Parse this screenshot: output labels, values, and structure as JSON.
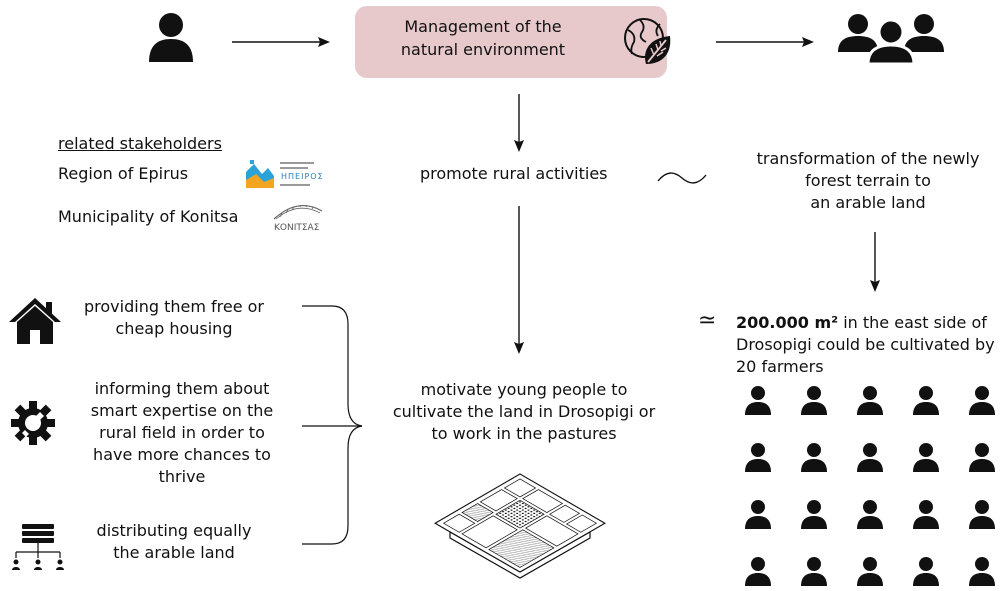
{
  "top": {
    "box_label_line1": "Management of the",
    "box_label_line2": "natural environment"
  },
  "stakeholders": {
    "title": "related stakeholders",
    "items": [
      "Region of Epirus",
      "Municipality of Konitsa"
    ],
    "logo1_text": "ΗΠΕΙΡΟΣ",
    "logo2_text": "ΚΟΝΙΤΣΑΣ"
  },
  "center": {
    "step1": "promote rural activities",
    "step2_lines": [
      "motivate young people to",
      "cultivate the land in Drosopigi or",
      "to work in the pastures"
    ]
  },
  "right": {
    "transformation_lines": [
      "transformation of the newly",
      "forest terrain to",
      "an arable land"
    ],
    "area_value": "200.000 m²",
    "area_line1_rest": " in the east side of",
    "area_line2": "Drosopigi could be cultivated by",
    "area_line3": "20 farmers",
    "farmer_count": 20,
    "approx_symbol": "≃"
  },
  "left_measures": [
    {
      "icon": "house-icon",
      "lines": [
        "providing them free or",
        "cheap housing"
      ]
    },
    {
      "icon": "gear-wrench-icon",
      "lines": [
        "informing them about",
        "smart expertise on the",
        "rural field in order to",
        "have more chances to",
        "thrive"
      ]
    },
    {
      "icon": "land-distribution-icon",
      "lines": [
        "distributing equally",
        "the arable land"
      ]
    }
  ],
  "colors": {
    "box_fill": "#e7c9cc",
    "ink": "#111111"
  }
}
